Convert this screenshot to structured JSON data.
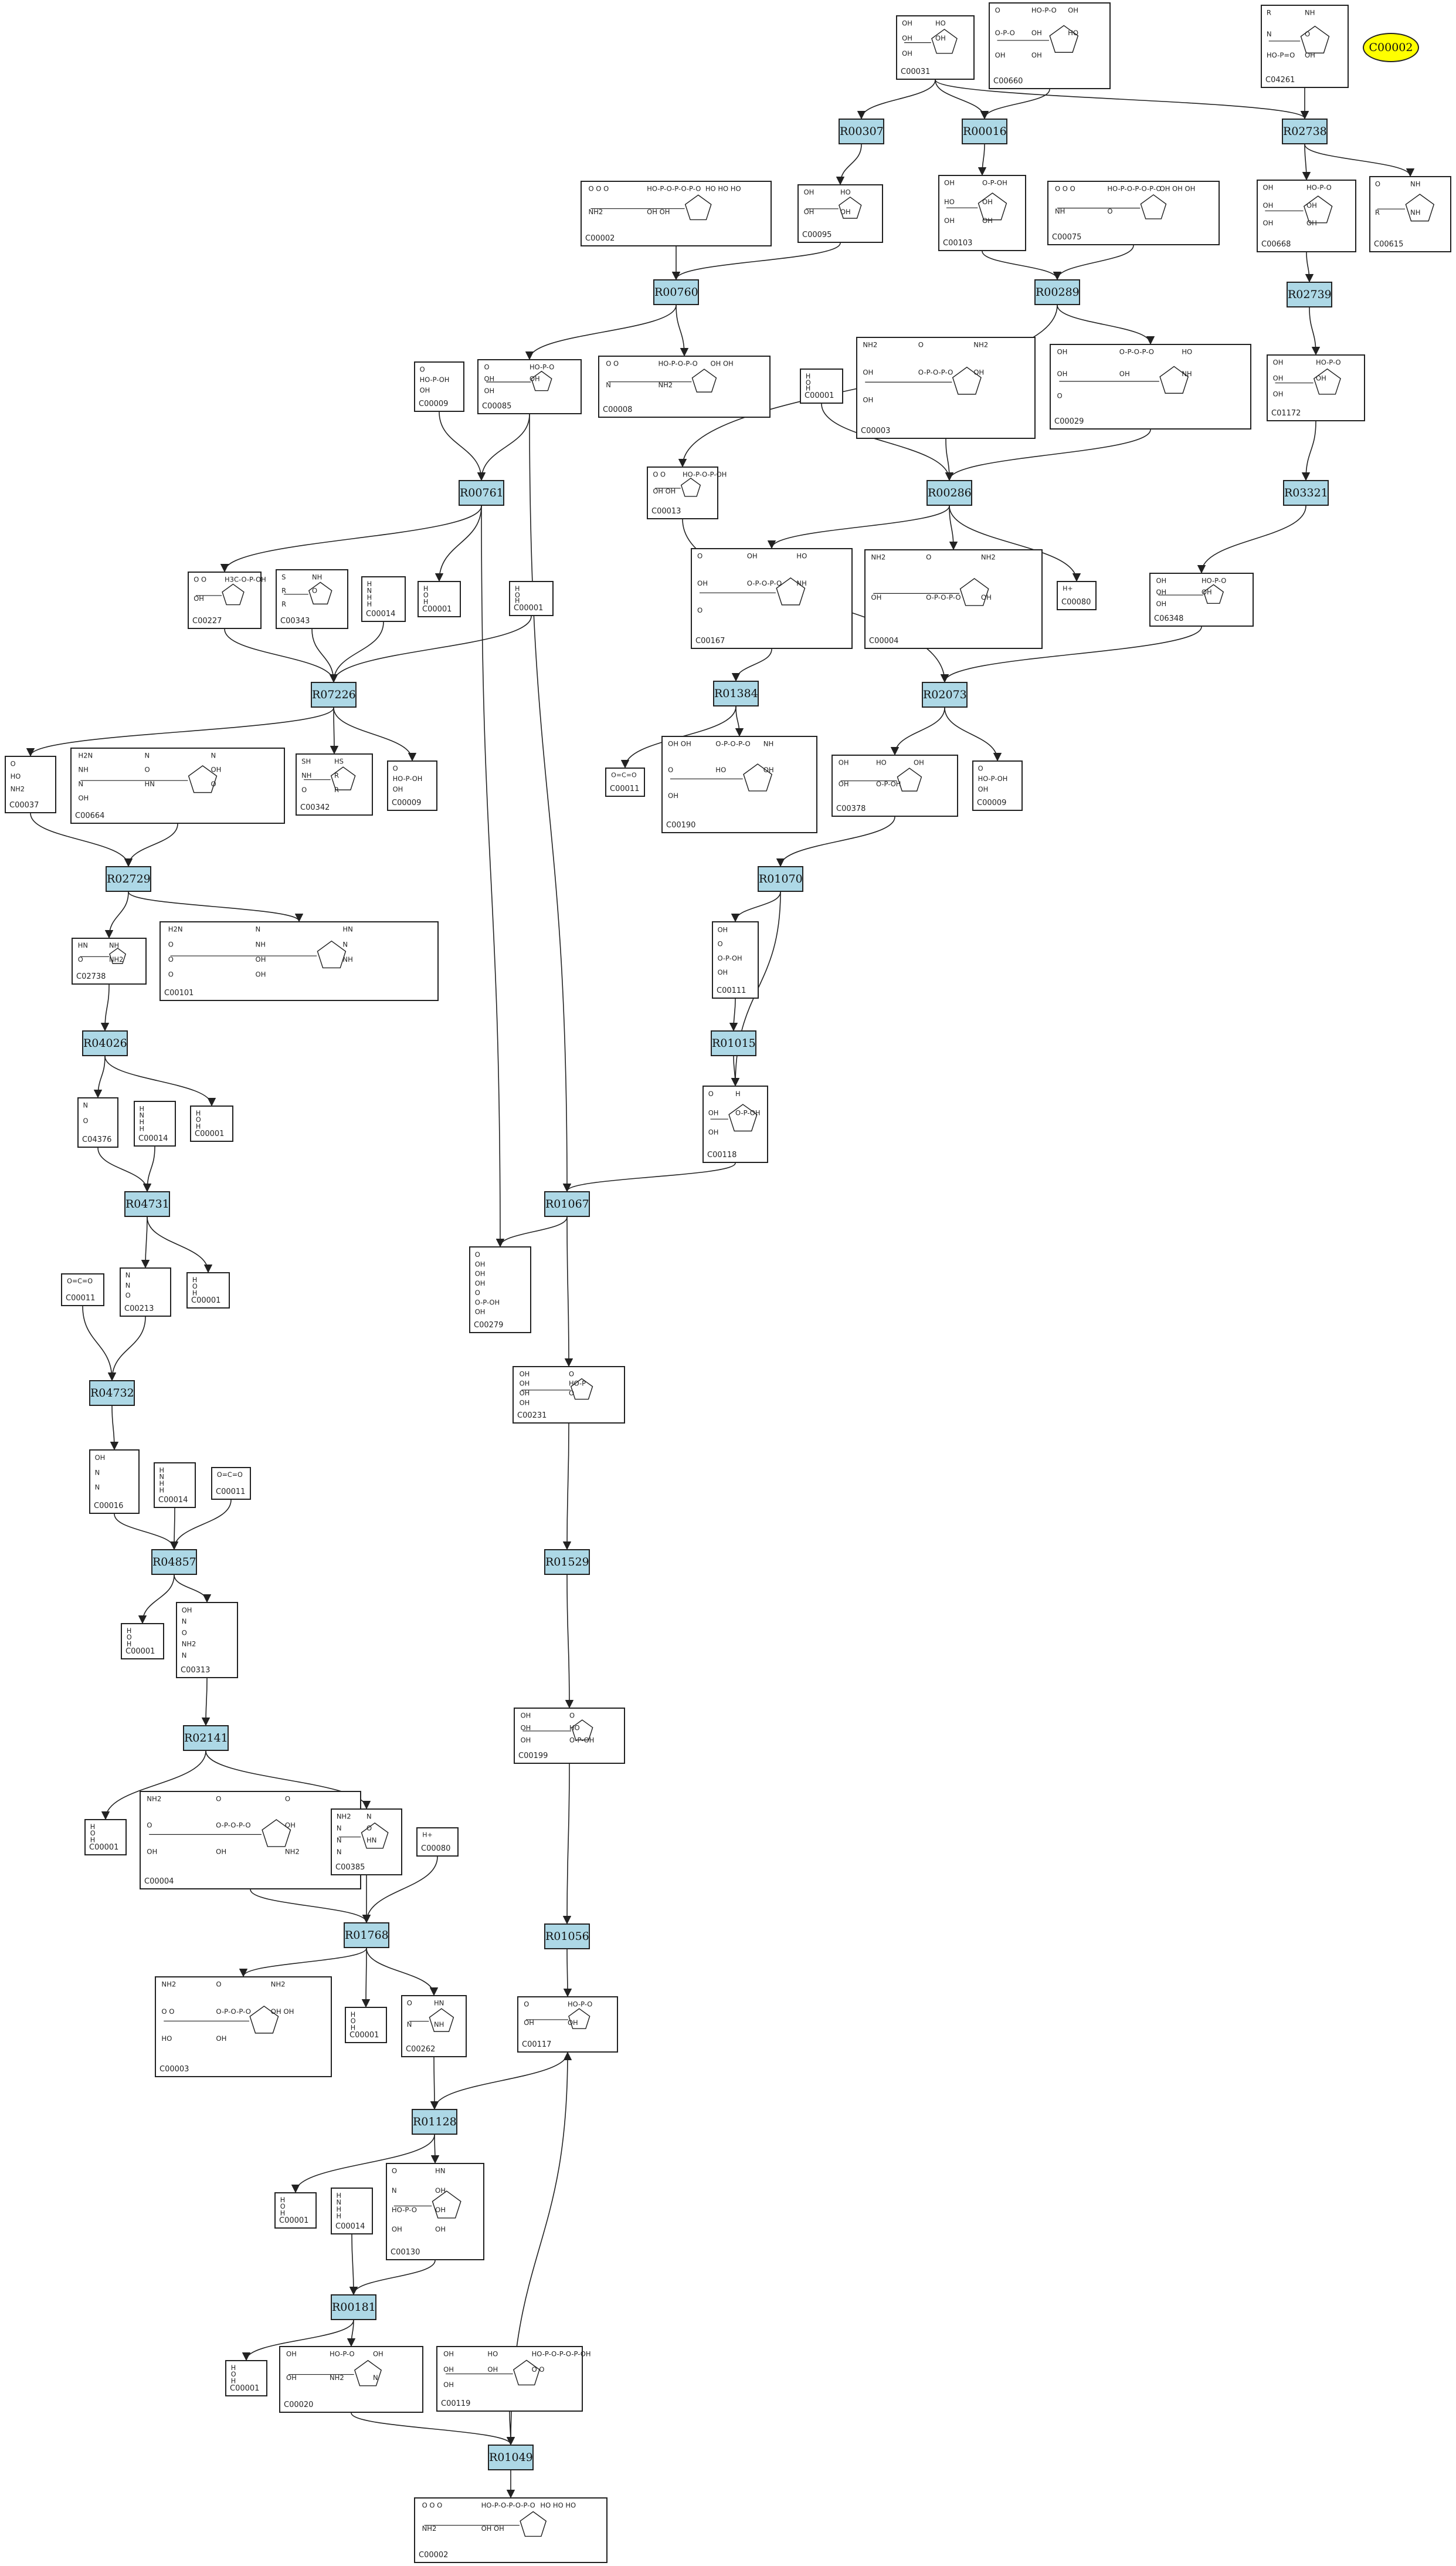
{
  "highlight": "C00002",
  "colors": {
    "reaction_fill": "#add8e6",
    "highlight_fill": "#ffff00",
    "edge": "#222222"
  },
  "compounds": [
    {
      "id": "c00031a",
      "label": "C00031",
      "frags": [
        "OH",
        "HO",
        "OH",
        "OH",
        "OH"
      ]
    },
    {
      "id": "c00660",
      "label": "C00660",
      "frags": [
        "O",
        "HO-P-O",
        "OH",
        "O-P-O",
        "OH",
        "HO",
        "OH",
        "OH"
      ]
    },
    {
      "id": "c04261",
      "label": "C04261",
      "frags": [
        "R",
        "NH",
        "N",
        "O",
        "HO-P=O",
        "OH"
      ]
    },
    {
      "id": "c00002a",
      "label": "C00002",
      "frags": [
        "O  O  O",
        "HO-P-O-P-O-P-O",
        "HO  HO  HO",
        "NH2",
        "OH OH"
      ]
    },
    {
      "id": "c00095",
      "label": "C00095",
      "frags": [
        "OH",
        "HO",
        "OH",
        "OH"
      ]
    },
    {
      "id": "c00103",
      "label": "C00103",
      "frags": [
        "OH",
        "O-P-OH",
        "HO",
        "OH",
        "OH",
        "OH"
      ]
    },
    {
      "id": "c00075",
      "label": "C00075",
      "frags": [
        "O  O  O",
        "HO-P-O-P-O-P-O",
        "OH OH OH",
        "NH",
        "O"
      ]
    },
    {
      "id": "c00668",
      "label": "C00668",
      "frags": [
        "OH",
        "HO-P-O",
        "OH",
        "OH",
        "OH",
        "OH"
      ]
    },
    {
      "id": "c00615",
      "label": "C00615",
      "frags": [
        "O",
        "NH",
        "R",
        "NH"
      ]
    },
    {
      "id": "c00009a",
      "label": "C00009",
      "frags": [
        "O",
        "HO-P-OH",
        "OH"
      ]
    },
    {
      "id": "c00085",
      "label": "C00085",
      "frags": [
        "O",
        "HO-P-O",
        "OH",
        "OH",
        "OH"
      ]
    },
    {
      "id": "c00008",
      "label": "C00008",
      "frags": [
        "O  O",
        "HO-P-O-P-O",
        "OH OH",
        "N",
        "NH2"
      ]
    },
    {
      "id": "c00001a",
      "label": "C00001",
      "frags": [
        "H",
        "O",
        "H"
      ]
    },
    {
      "id": "c00003a",
      "label": "C00003",
      "frags": [
        "NH2",
        "O",
        "NH2",
        "OH",
        "O-P-O-P-O",
        "OH",
        "OH"
      ]
    },
    {
      "id": "c00029",
      "label": "C00029",
      "frags": [
        "OH",
        "O-P-O-P-O",
        "HO",
        "OH",
        "OH",
        "NH",
        "O"
      ]
    },
    {
      "id": "c01172",
      "label": "C01172",
      "frags": [
        "OH",
        "HO-P-O",
        "OH",
        "OH",
        "OH"
      ]
    },
    {
      "id": "c00013",
      "label": "C00013",
      "frags": [
        "O  O",
        "HO-P-O-P-OH",
        "OH OH"
      ]
    },
    {
      "id": "c00227",
      "label": "C00227",
      "frags": [
        "O  O",
        "H3C-O-P-OH",
        "OH"
      ]
    },
    {
      "id": "c00343",
      "label": "C00343",
      "frags": [
        "S",
        "NH",
        "R",
        "O",
        "R"
      ]
    },
    {
      "id": "c00014a",
      "label": "C00014",
      "frags": [
        "H",
        "N",
        "H",
        "H"
      ]
    },
    {
      "id": "c00001b",
      "label": "C00001",
      "frags": [
        "H",
        "O",
        "H"
      ]
    },
    {
      "id": "c00001c",
      "label": "C00001",
      "frags": [
        "H",
        "O",
        "H"
      ]
    },
    {
      "id": "c00167",
      "label": "C00167",
      "frags": [
        "O",
        "OH",
        "HO",
        "OH",
        "O-P-O-P-O",
        "NH",
        "O"
      ]
    },
    {
      "id": "c00004a",
      "label": "C00004",
      "frags": [
        "NH2",
        "O",
        "NH2",
        "OH",
        "O-P-O-P-O",
        "OH"
      ]
    },
    {
      "id": "c00080a",
      "label": "C00080",
      "frags": [
        "H+"
      ]
    },
    {
      "id": "c06348",
      "label": "C06348",
      "frags": [
        "OH",
        "HO-P-O",
        "OH",
        "OH",
        "OH"
      ]
    },
    {
      "id": "c00037",
      "label": "C00037",
      "frags": [
        "O",
        "HO",
        "NH2"
      ]
    },
    {
      "id": "c00664",
      "label": "C00664",
      "frags": [
        "H2N",
        "N",
        "N",
        "NH",
        "O",
        "OH",
        "N",
        "HN",
        "O",
        "OH"
      ]
    },
    {
      "id": "c00342",
      "label": "C00342",
      "frags": [
        "SH",
        "HS",
        "NH",
        "R",
        "O",
        "R"
      ]
    },
    {
      "id": "c00009b",
      "label": "C00009",
      "frags": [
        "O",
        "HO-P-OH",
        "OH"
      ]
    },
    {
      "id": "c00011a",
      "label": "C00011",
      "frags": [
        "O=C=O"
      ]
    },
    {
      "id": "c00190",
      "label": "C00190",
      "frags": [
        "OH OH",
        "O-P-O-P-O",
        "NH",
        "O",
        "HO",
        "OH",
        "OH"
      ]
    },
    {
      "id": "c00378",
      "label": "C00378",
      "frags": [
        "OH",
        "HO",
        "OH",
        "OH",
        "O-P-OH"
      ]
    },
    {
      "id": "c00009c",
      "label": "C00009",
      "frags": [
        "O",
        "HO-P-OH",
        "OH"
      ]
    },
    {
      "id": "c02738",
      "label": "C02738",
      "frags": [
        "HN",
        "NH",
        "O",
        "NH2"
      ]
    },
    {
      "id": "c00101",
      "label": "C00101",
      "frags": [
        "H2N",
        "N",
        "HN",
        "O",
        "NH",
        "N",
        "O",
        "OH",
        "NH",
        "O",
        "OH"
      ]
    },
    {
      "id": "c00111",
      "label": "C00111",
      "frags": [
        "OH",
        "O",
        "O-P-OH",
        "OH"
      ]
    },
    {
      "id": "c04376",
      "label": "C04376",
      "frags": [
        "N",
        "O"
      ]
    },
    {
      "id": "c00014b",
      "label": "C00014",
      "frags": [
        "H",
        "N",
        "H",
        "H"
      ]
    },
    {
      "id": "c00001d",
      "label": "C00001",
      "frags": [
        "H",
        "O",
        "H"
      ]
    },
    {
      "id": "c00118",
      "label": "C00118",
      "frags": [
        "O",
        "H",
        "OH",
        "O-P-OH",
        "OH"
      ]
    },
    {
      "id": "c00279",
      "label": "C00279",
      "frags": [
        "O",
        "OH",
        "OH",
        "OH",
        "O",
        "O-P-OH",
        "OH"
      ]
    },
    {
      "id": "c00011b",
      "label": "C00011",
      "frags": [
        "O=C=O"
      ]
    },
    {
      "id": "c00213",
      "label": "C00213",
      "frags": [
        "N",
        "N",
        "O"
      ]
    },
    {
      "id": "c00001e",
      "label": "C00001",
      "frags": [
        "H",
        "O",
        "H"
      ]
    },
    {
      "id": "c00231",
      "label": "C00231",
      "frags": [
        "OH",
        "O",
        "OH",
        "HO-P",
        "OH",
        "O",
        "OH"
      ]
    },
    {
      "id": "c00016",
      "label": "C00016",
      "frags": [
        "OH",
        "N",
        "N"
      ]
    },
    {
      "id": "c00014c",
      "label": "C00014",
      "frags": [
        "H",
        "N",
        "H",
        "H"
      ]
    },
    {
      "id": "c00011c",
      "label": "C00011",
      "frags": [
        "O=C=O"
      ]
    },
    {
      "id": "c00001f",
      "label": "C00001",
      "frags": [
        "H",
        "O",
        "H"
      ]
    },
    {
      "id": "c00313",
      "label": "C00313",
      "frags": [
        "OH",
        "N",
        "O",
        "NH2",
        "N"
      ]
    },
    {
      "id": "c00199",
      "label": "C00199",
      "frags": [
        "OH",
        "O",
        "OH",
        "HO",
        "OH",
        "O-P-OH"
      ]
    },
    {
      "id": "c00001g",
      "label": "C00001",
      "frags": [
        "H",
        "O",
        "H"
      ]
    },
    {
      "id": "c00004b",
      "label": "C00004",
      "frags": [
        "NH2",
        "O",
        "O",
        "O",
        "O-P-O-P-O",
        "OH",
        "OH",
        "OH",
        "NH2"
      ]
    },
    {
      "id": "c00385",
      "label": "C00385",
      "frags": [
        "NH2",
        "N",
        "N",
        "O",
        "N",
        "HN",
        "N"
      ]
    },
    {
      "id": "c00080b",
      "label": "C00080",
      "frags": [
        "H+"
      ]
    },
    {
      "id": "c00117",
      "label": "C00117",
      "frags": [
        "O",
        "HO-P-O",
        "OH",
        "OH"
      ]
    },
    {
      "id": "c00003b",
      "label": "C00003",
      "frags": [
        "NH2",
        "O",
        "NH2",
        "O  O",
        "O-P-O-P-O",
        "OH OH",
        "HO",
        "OH"
      ]
    },
    {
      "id": "c00001h",
      "label": "C00001",
      "frags": [
        "H",
        "O",
        "H"
      ]
    },
    {
      "id": "c00262",
      "label": "C00262",
      "frags": [
        "O",
        "HN",
        "N",
        "NH"
      ]
    },
    {
      "id": "c00001i",
      "label": "C00001",
      "frags": [
        "H",
        "O",
        "H"
      ]
    },
    {
      "id": "c00014d",
      "label": "C00014",
      "frags": [
        "H",
        "N",
        "H",
        "H"
      ]
    },
    {
      "id": "c00130",
      "label": "C00130",
      "frags": [
        "O",
        "HN",
        "N",
        "OH",
        "HO-P-O",
        "OH",
        "OH",
        "OH"
      ]
    },
    {
      "id": "c00001j",
      "label": "C00001",
      "frags": [
        "H",
        "O",
        "H"
      ]
    },
    {
      "id": "c00020",
      "label": "C00020",
      "frags": [
        "OH",
        "HO-P-O",
        "OH",
        "OH",
        "NH2",
        "N"
      ]
    },
    {
      "id": "c00119",
      "label": "C00119",
      "frags": [
        "OH",
        "HO",
        "HO-P-O-P-O-P-OH",
        "OH",
        "OH",
        "O  O",
        "OH"
      ]
    },
    {
      "id": "c00002b",
      "label": "C00002",
      "frags": [
        "O  O  O",
        "HO-P-O-P-O-P-O",
        "HO HO HO",
        "NH2",
        "OH OH"
      ]
    }
  ],
  "reactions": [
    {
      "id": "R00307",
      "label": "R00307"
    },
    {
      "id": "R00016",
      "label": "R00016"
    },
    {
      "id": "R02738",
      "label": "R02738"
    },
    {
      "id": "R00760",
      "label": "R00760"
    },
    {
      "id": "R00289",
      "label": "R00289"
    },
    {
      "id": "R02739",
      "label": "R02739"
    },
    {
      "id": "R00761",
      "label": "R00761"
    },
    {
      "id": "R00286",
      "label": "R00286"
    },
    {
      "id": "R03321",
      "label": "R03321"
    },
    {
      "id": "R07226",
      "label": "R07226"
    },
    {
      "id": "R01384",
      "label": "R01384"
    },
    {
      "id": "R02073",
      "label": "R02073"
    },
    {
      "id": "R02729",
      "label": "R02729"
    },
    {
      "id": "R01070",
      "label": "R01070"
    },
    {
      "id": "R04026",
      "label": "R04026"
    },
    {
      "id": "R01015",
      "label": "R01015"
    },
    {
      "id": "R04731",
      "label": "R04731"
    },
    {
      "id": "R01067",
      "label": "R01067"
    },
    {
      "id": "R04732",
      "label": "R04732"
    },
    {
      "id": "R04857",
      "label": "R04857"
    },
    {
      "id": "R01529",
      "label": "R01529"
    },
    {
      "id": "R02141",
      "label": "R02141"
    },
    {
      "id": "R01768",
      "label": "R01768"
    },
    {
      "id": "R01056",
      "label": "R01056"
    },
    {
      "id": "R01128",
      "label": "R01128"
    },
    {
      "id": "R00181",
      "label": "R00181"
    },
    {
      "id": "R01049",
      "label": "R01049"
    }
  ],
  "edges": [
    [
      "c00031a",
      "R00307"
    ],
    [
      "c00031a",
      "R00016"
    ],
    [
      "c00031a",
      "R02738"
    ],
    [
      "c00660",
      "R00016"
    ],
    [
      "c04261",
      "R02738"
    ],
    [
      "R00307",
      "c00095"
    ],
    [
      "R00016",
      "c00103"
    ],
    [
      "R02738",
      "c00668"
    ],
    [
      "R02738",
      "c00615"
    ],
    [
      "c00002a",
      "R00760"
    ],
    [
      "c00095",
      "R00760"
    ],
    [
      "c00103",
      "R00289"
    ],
    [
      "c00075",
      "R00289"
    ],
    [
      "c00668",
      "R02739"
    ],
    [
      "R00760",
      "c00085"
    ],
    [
      "R00760",
      "c00008"
    ],
    [
      "R00289",
      "c00029"
    ],
    [
      "R00289",
      "c00013"
    ],
    [
      "R02739",
      "c01172"
    ],
    [
      "c00009a",
      "R00761"
    ],
    [
      "c00085",
      "R00761"
    ],
    [
      "c00085",
      "R01067"
    ],
    [
      "c00001a",
      "R00286"
    ],
    [
      "c00003a",
      "R00286"
    ],
    [
      "c00029",
      "R00286"
    ],
    [
      "c01172",
      "R03321"
    ],
    [
      "R00761",
      "c00227"
    ],
    [
      "R00761",
      "c00001b"
    ],
    [
      "R00761",
      "c00279"
    ],
    [
      "R00286",
      "c00167"
    ],
    [
      "R00286",
      "c00004a"
    ],
    [
      "R00286",
      "c00080a"
    ],
    [
      "R03321",
      "c06348"
    ],
    [
      "c00227",
      "R07226"
    ],
    [
      "c00343",
      "R07226"
    ],
    [
      "c00014a",
      "R07226"
    ],
    [
      "c00001c",
      "R07226"
    ],
    [
      "c00013",
      "R02073"
    ],
    [
      "c06348",
      "R02073"
    ],
    [
      "R07226",
      "c00037"
    ],
    [
      "R07226",
      "c00342"
    ],
    [
      "R07226",
      "c00009b"
    ],
    [
      "c00167",
      "R01384"
    ],
    [
      "R01384",
      "c00011a"
    ],
    [
      "R01384",
      "c00190"
    ],
    [
      "R02073",
      "c00378"
    ],
    [
      "R02073",
      "c00009c"
    ],
    [
      "c00037",
      "R02729"
    ],
    [
      "c00664",
      "R02729"
    ],
    [
      "c00378",
      "R01070"
    ],
    [
      "R02729",
      "c02738"
    ],
    [
      "R02729",
      "c00101"
    ],
    [
      "R01070",
      "c00111"
    ],
    [
      "R01070",
      "c00118"
    ],
    [
      "c02738",
      "R04026"
    ],
    [
      "c00111",
      "R01015"
    ],
    [
      "R04026",
      "c04376"
    ],
    [
      "R04026",
      "c00001d"
    ],
    [
      "R01015",
      "c00118"
    ],
    [
      "c04376",
      "R04731"
    ],
    [
      "c00014b",
      "R04731"
    ],
    [
      "c00118",
      "R01067"
    ],
    [
      "R04731",
      "c00213"
    ],
    [
      "R04731",
      "c00001e"
    ],
    [
      "R01067",
      "c00279"
    ],
    [
      "R01067",
      "c00231"
    ],
    [
      "c00011b",
      "R04732"
    ],
    [
      "c00213",
      "R04732"
    ],
    [
      "c00231",
      "R01529"
    ],
    [
      "R04732",
      "c00016"
    ],
    [
      "R01529",
      "c00199"
    ],
    [
      "c00016",
      "R04857"
    ],
    [
      "c00014c",
      "R04857"
    ],
    [
      "c00011c",
      "R04857"
    ],
    [
      "R04857",
      "c00001f"
    ],
    [
      "R04857",
      "c00313"
    ],
    [
      "c00199",
      "R01056"
    ],
    [
      "c00313",
      "R02141"
    ],
    [
      "R01056",
      "c00117"
    ],
    [
      "R02141",
      "c00001g"
    ],
    [
      "R02141",
      "c00385"
    ],
    [
      "c00004b",
      "R01768"
    ],
    [
      "c00385",
      "R01768"
    ],
    [
      "c00080b",
      "R01768"
    ],
    [
      "R01768",
      "c00003b"
    ],
    [
      "R01768",
      "c00001h"
    ],
    [
      "R01768",
      "c00262"
    ],
    [
      "c00262",
      "R01128"
    ],
    [
      "c00117",
      "R01128"
    ],
    [
      "R01128",
      "c00001i"
    ],
    [
      "R01128",
      "c00130"
    ],
    [
      "c00014d",
      "R00181"
    ],
    [
      "c00130",
      "R00181"
    ],
    [
      "R00181",
      "c00001j"
    ],
    [
      "R00181",
      "c00020"
    ],
    [
      "c00020",
      "R01049"
    ],
    [
      "c00119",
      "R01049"
    ],
    [
      "R01049",
      "c00117"
    ],
    [
      "R01049",
      "c00002b"
    ]
  ]
}
